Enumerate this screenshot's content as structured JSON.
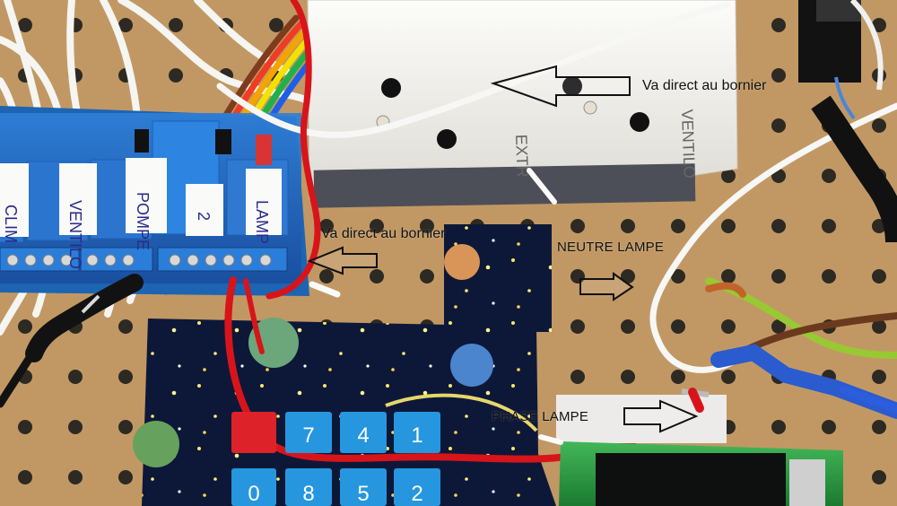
{
  "annotations": {
    "top_label": "Va direct au bornier",
    "relay_label": "Va direct au bornier",
    "neutral_label": "NEUTRE LAMPE",
    "phase_label": "PHASE LAMPE"
  },
  "relay_labels": {
    "clim": "CLIM",
    "ventilo": "VENTILO",
    "pompe": "POMPE",
    "lamp": "LAMP",
    "two": "2"
  },
  "outlet_labels": {
    "extr": "EXTR",
    "ventilo": "VENTILO"
  },
  "keypad": {
    "row1": [
      "7",
      "4",
      "1"
    ],
    "row2": [
      "0",
      "8",
      "5",
      "2"
    ]
  },
  "colors": {
    "pegboard": "#b98f5a",
    "relay_board": "#1d64b3",
    "relay_body": "#2f79d1",
    "keypad_key": "#2696df",
    "red_wire": "#d8141b",
    "white_wire": "#f4f4f0",
    "blue_terminal": "#2f63c9",
    "lcd_green": "#2b9d45"
  },
  "icons": {
    "arrow": "outline-arrow-icon"
  }
}
